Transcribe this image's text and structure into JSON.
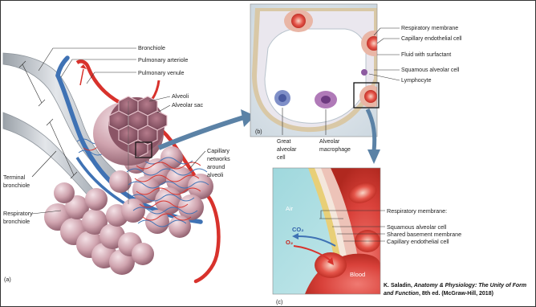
{
  "panel_a": {
    "letter": "(a)",
    "labels": {
      "bronchiole": "Bronchiole",
      "pulmonary_arteriole": "Pulmonary arteriole",
      "pulmonary_venule": "Pulmonary venule",
      "alveoli": "Alveoli",
      "alveolar_sac": "Alveolar sac",
      "capillary_networks": [
        "Capillary",
        "networks",
        "around",
        "alveoli"
      ],
      "terminal_bronchiole": [
        "Terminal",
        "bronchiole"
      ],
      "respiratory_bronchiole": [
        "Respiratory",
        "bronchiole"
      ]
    }
  },
  "panel_b": {
    "letter": "(b)",
    "labels": {
      "respiratory_membrane": "Respiratory membrane",
      "capillary_endothelial_cell": "Capillary endothelial cell",
      "fluid_with_surfactant": "Fluid with surfactant",
      "squamous_alveolar_cell": "Squamous alveolar cell",
      "lymphocyte": "Lymphocyte",
      "great_alveolar_cell": [
        "Great",
        "alveolar",
        "cell"
      ],
      "alveolar_macrophage": [
        "Alveolar",
        "macrophage"
      ]
    }
  },
  "panel_c": {
    "letter": "(c)",
    "labels": {
      "air": "Air",
      "blood": "Blood",
      "co2": "CO₂",
      "o2": "O₂",
      "respiratory_membrane": "Respiratory membrane:",
      "squamous_alveolar_cell": "Squamous alveolar cell",
      "shared_basement_membrane": "Shared basement membrane",
      "capillary_endothelial_cell": "Capillary endothelial cell"
    }
  },
  "credit": {
    "author": "K. Saladin, ",
    "title": "Anatomy & Physiology: The Unity of Form and Function",
    "edition": ", 8th ed. (McGraw-Hill, 2018)"
  },
  "colors": {
    "artery": "#d8322c",
    "vein": "#3f72b4",
    "alveolus": "#c89aa4",
    "frame": "#333333"
  }
}
